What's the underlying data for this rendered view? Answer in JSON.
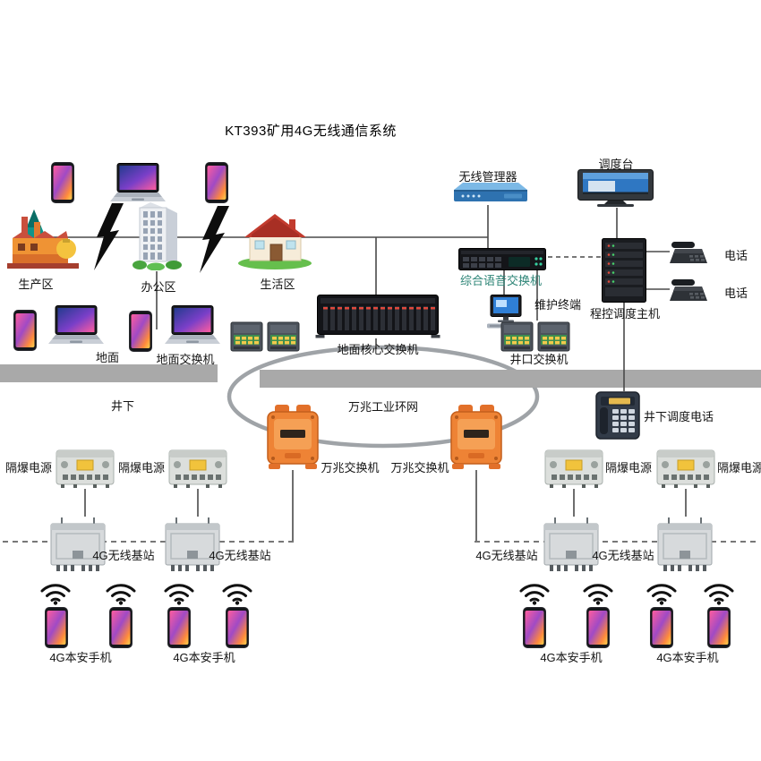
{
  "title": "KT393矿用4G无线通信系统",
  "areas": {
    "production": "生产区",
    "office": "办公区",
    "living": "生活区"
  },
  "surface": {
    "wireless_manager": "无线管理器",
    "dispatch_console": "调度台",
    "voice_switch": "综合语音交换机",
    "maintenance_terminal": "维护终端",
    "dispatch_host": "程控调度主机",
    "telephone_top": "电话",
    "telephone_bottom": "电话",
    "ground": "地面",
    "ground_switch": "地面交换机",
    "core_switch": "地面核心交换机",
    "wellhead_switch": "井口交换机"
  },
  "underground": {
    "zone": "井下",
    "ring": "万兆工业环网",
    "switch_left": "万兆交换机",
    "switch_right": "万兆交换机",
    "dispatch_phone": "井下调度电话",
    "flameproof": [
      "隔爆电源",
      "隔爆电源",
      "隔爆电源",
      "隔爆电源"
    ],
    "base_stations": [
      "4G无线基站",
      "4G无线基站",
      "4G无线基站",
      "4G无线基站"
    ],
    "handsets": [
      "4G本安手机",
      "4G本安手机",
      "4G本安手机",
      "4G本安手机"
    ]
  },
  "colors": {
    "line": "#4a4a4a",
    "bar": "#a9a9a9",
    "ring": "#9fa3a7",
    "mine_switch_orange": "#ee8335",
    "voice_switch_label": "#2c8476"
  }
}
